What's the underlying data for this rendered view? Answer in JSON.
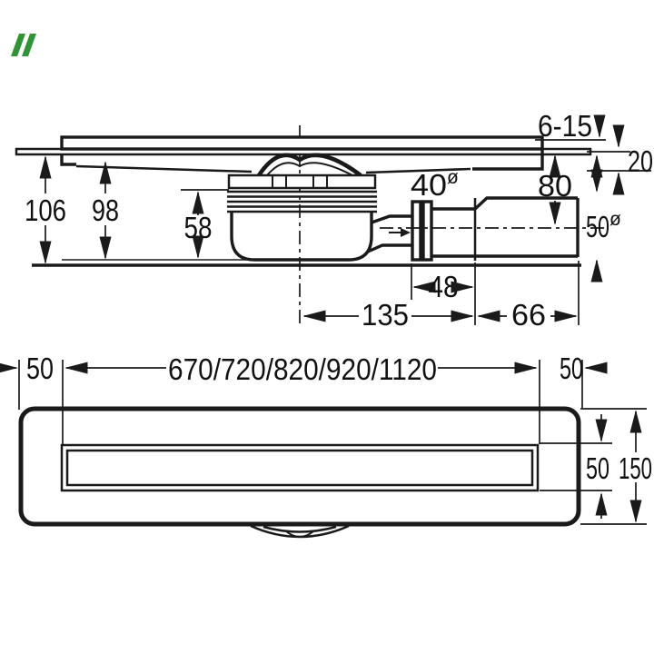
{
  "logo": {
    "color": "#2f9433"
  },
  "side_view": {
    "grate_height": "6-15",
    "rim_height": "20",
    "depth_total": "106",
    "depth_body": "98",
    "trap_depth": "58",
    "inlet_dia": "40",
    "top_to_center": "80",
    "outlet_dia": "50",
    "dia_symbol": "ø",
    "nut_length": "48",
    "center_to_union": "135",
    "union_to_end": "66"
  },
  "plan_view": {
    "margin_left": "50",
    "channel_lengths": "670/720/820/920/1120",
    "margin_right": "50",
    "slot_width": "50",
    "body_width": "150"
  }
}
